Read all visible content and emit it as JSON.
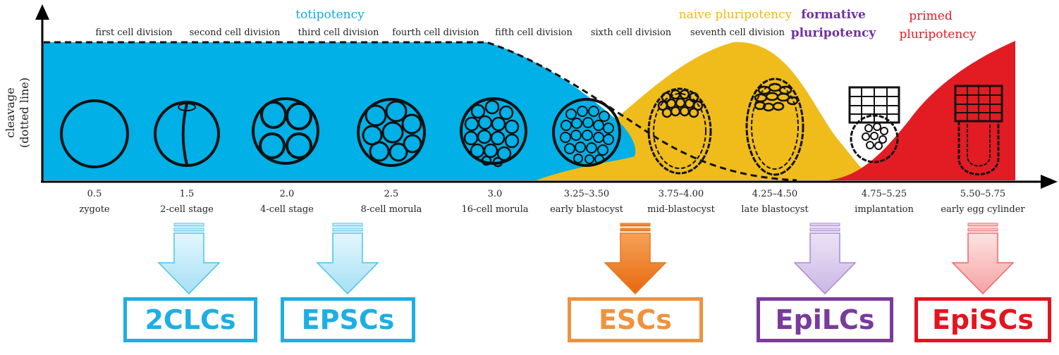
{
  "y_axis_label": [
    "cleavage",
    "(dotted line)"
  ],
  "potency_labels": {
    "totipotency": "totipotency",
    "naive": "naive pluripotency",
    "formative": [
      "formative",
      "pluripotency"
    ],
    "primed": [
      "primed",
      "pluripotency"
    ]
  },
  "cell_divisions": [
    "first cell division",
    "second cell division",
    "third cell division",
    "fourth cell division",
    "fifth cell division",
    "sixth cell division",
    "seventh cell division"
  ],
  "stages": [
    {
      "day": "0.5",
      "name": "zygote"
    },
    {
      "day": "1.5",
      "name": "2-cell stage"
    },
    {
      "day": "2.0",
      "name": "4-cell stage"
    },
    {
      "day": "2.5",
      "name": "8-cell morula"
    },
    {
      "day": "3.0",
      "name": "16-cell morula"
    },
    {
      "day": "3.25–3.50",
      "name": "early blastocyst"
    },
    {
      "day": "3.75–4.00",
      "name": "mid-blastocyst"
    },
    {
      "day": "4.25–4.50",
      "name": "late blastocyst"
    },
    {
      "day": "4.75–5.25",
      "name": "implantation"
    },
    {
      "day": "5.50–5.75",
      "name": "early egg cylinder"
    }
  ],
  "stem_cells": [
    {
      "name": "2CLCs",
      "color": "#1eaee4"
    },
    {
      "name": "EPSCs",
      "color": "#1eaee4"
    },
    {
      "name": "ESCs",
      "color": "#f0923c"
    },
    {
      "name": "EpiLCs",
      "color": "#7a3a9e"
    },
    {
      "name": "EpiSCs",
      "color": "#e4141e"
    }
  ],
  "colors": {
    "totipotency": "#00b0e6",
    "naive": "#f0bc1c",
    "formative": "#7030a0",
    "primed": "#e31b23"
  }
}
